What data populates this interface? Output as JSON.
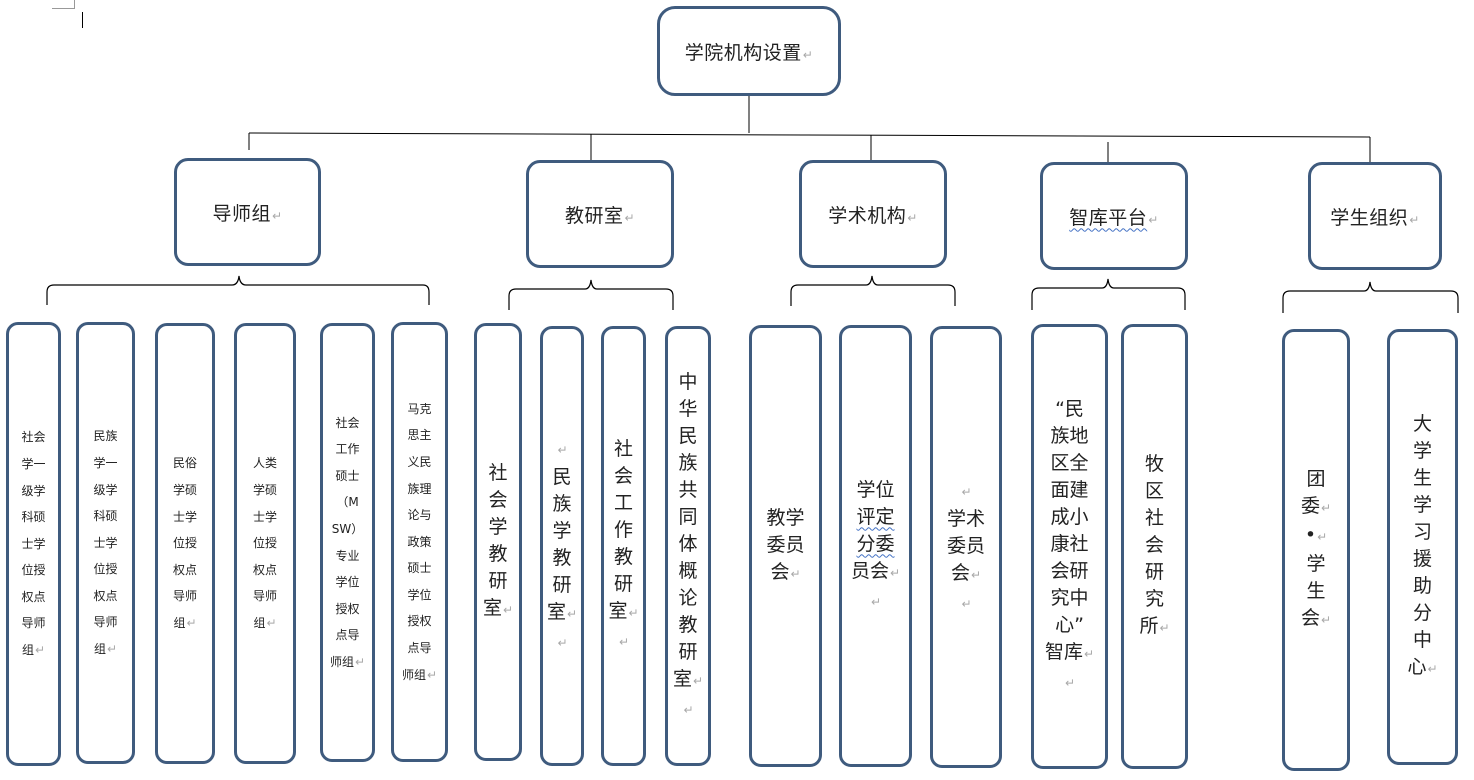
{
  "title": "学院机构设置",
  "paragraph_mark": "↵",
  "categories": [
    {
      "label": "导师组",
      "units": [
        {
          "lines": [
            "社会",
            "学一",
            "级学",
            "科硕",
            "士学",
            "位授",
            "权点",
            "导师",
            "组↵"
          ]
        },
        {
          "lines": [
            "民族",
            "学一",
            "级学",
            "科硕",
            "士学",
            "位授",
            "权点",
            "导师",
            "组↵"
          ]
        },
        {
          "lines": [
            "民俗",
            "学硕",
            "士学",
            "位授",
            "权点",
            "导师",
            "组↵"
          ]
        },
        {
          "lines": [
            "人类",
            "学硕",
            "士学",
            "位授",
            "权点",
            "导师",
            "组↵"
          ]
        },
        {
          "lines": [
            "社会",
            "工作",
            "硕士",
            "（M",
            "SW）",
            "专业",
            "学位",
            "授权",
            "点导",
            "师组↵"
          ]
        },
        {
          "lines": [
            "马克",
            "思主",
            "义民",
            "族理",
            "论与",
            "政策",
            "硕士",
            "学位",
            "授权",
            "点导",
            "师组↵"
          ]
        }
      ]
    },
    {
      "label": "教研室",
      "units": [
        {
          "lines": [
            "社",
            "会",
            "学",
            "教",
            "研",
            "室↵"
          ]
        },
        {
          "lines": [
            "↵",
            "民",
            "族",
            "学",
            "教",
            "研",
            "室↵",
            "↵"
          ]
        },
        {
          "lines": [
            "社",
            "会",
            "工",
            "作",
            "教",
            "研",
            "室↵",
            "↵"
          ]
        },
        {
          "lines": [
            "中",
            "华",
            "民",
            "族",
            "共",
            "同",
            "体",
            "概",
            "论",
            "教",
            "研",
            "室↵",
            "↵"
          ]
        }
      ]
    },
    {
      "label": "学术机构",
      "units": [
        {
          "lines": [
            "教学",
            "委员",
            "会↵"
          ]
        },
        {
          "lines": [
            "学位",
            "评定",
            "分委",
            "员会↵",
            "↵"
          ]
        },
        {
          "lines": [
            "↵",
            "学术",
            "委员",
            "会↵",
            "↵"
          ]
        }
      ]
    },
    {
      "label": "智库平台",
      "units": [
        {
          "lines": [
            "“民",
            "族地",
            "区全",
            "面建",
            "成小",
            "康社",
            "会研",
            "究中",
            "心”",
            "智库↵",
            "↵"
          ]
        },
        {
          "lines": [
            "牧",
            "区",
            "社",
            "会",
            "研",
            "究",
            "所↵"
          ]
        }
      ]
    },
    {
      "label": "学生组织",
      "units": [
        {
          "lines": [
            "团",
            "委↵",
            "•↵",
            "学",
            "生",
            "会↵"
          ]
        },
        {
          "lines": [
            "大",
            "学",
            "生",
            "学",
            "习",
            "援",
            "助",
            "分",
            "中",
            "心↵"
          ]
        }
      ]
    }
  ]
}
